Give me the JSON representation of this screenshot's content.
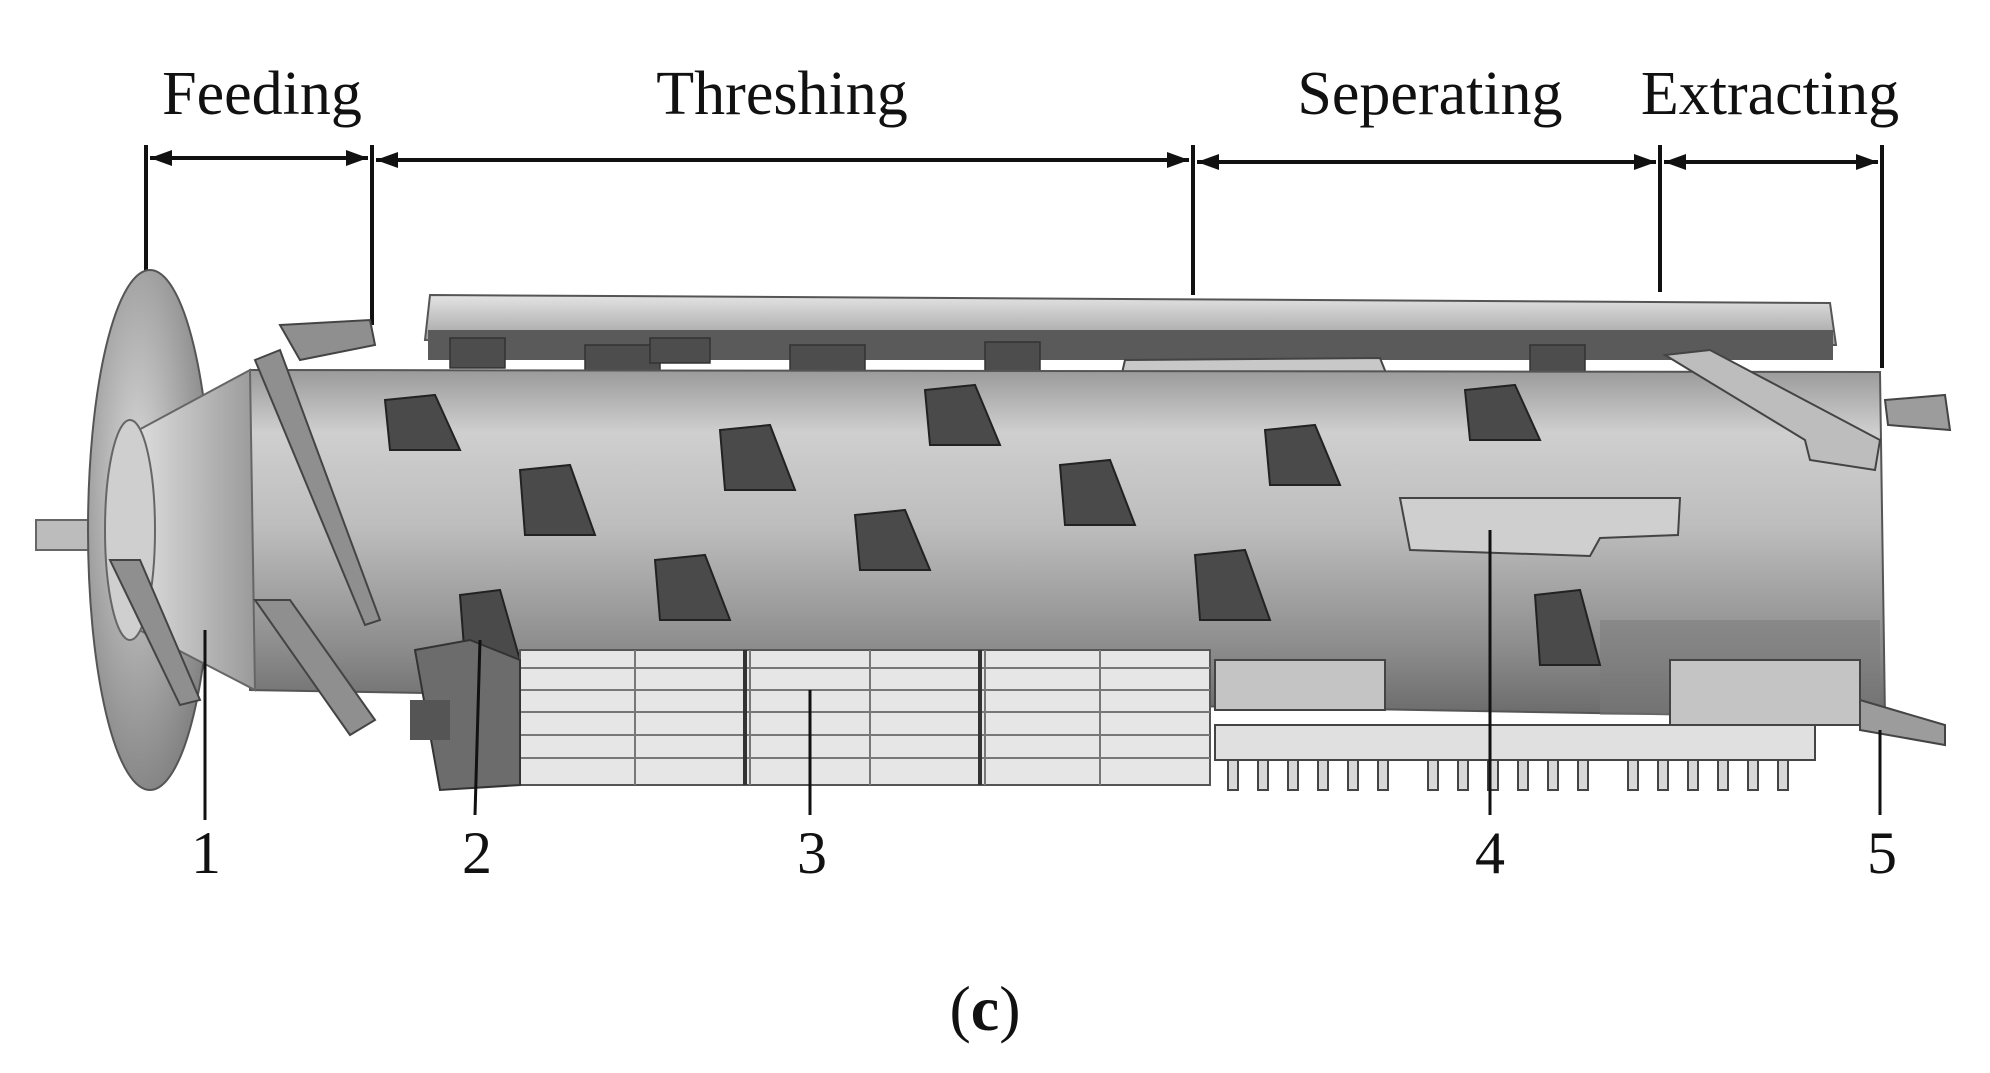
{
  "sections": [
    {
      "id": "feeding",
      "label": "Feeding"
    },
    {
      "id": "threshing",
      "label": "Threshing"
    },
    {
      "id": "seperating",
      "label": "Seperating"
    },
    {
      "id": "extracting",
      "label": "Extracting"
    }
  ],
  "parts": [
    "1",
    "2",
    "3",
    "4",
    "5"
  ],
  "caption": {
    "open": "(",
    "letter": "c",
    "close": ")"
  },
  "colors": {
    "line": "#111111",
    "drum_light": "#d6d6d6",
    "drum_mid": "#a8a8a8",
    "drum_dark": "#6e6e6e",
    "grate": "#e6e6e6"
  }
}
